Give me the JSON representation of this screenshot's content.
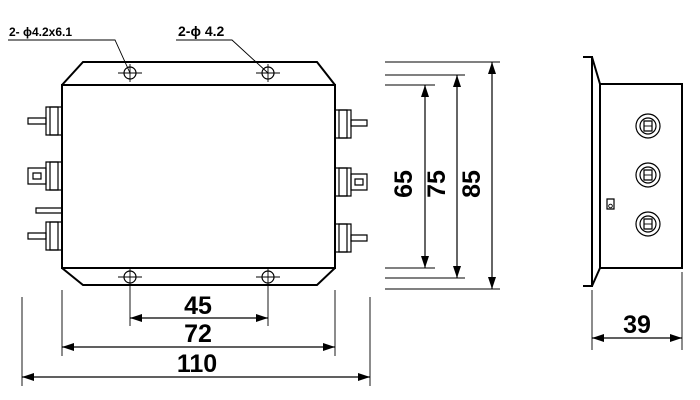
{
  "labels": {
    "slot_holes": "2- ϕ4.2x6.1",
    "round_holes": "2-ϕ  4.2"
  },
  "dimensions": {
    "hole_pitch": "45",
    "body_width": "72",
    "overall_width": "110",
    "height_inner": "65",
    "height_mid": "75",
    "height_overall": "85",
    "depth": "39"
  }
}
